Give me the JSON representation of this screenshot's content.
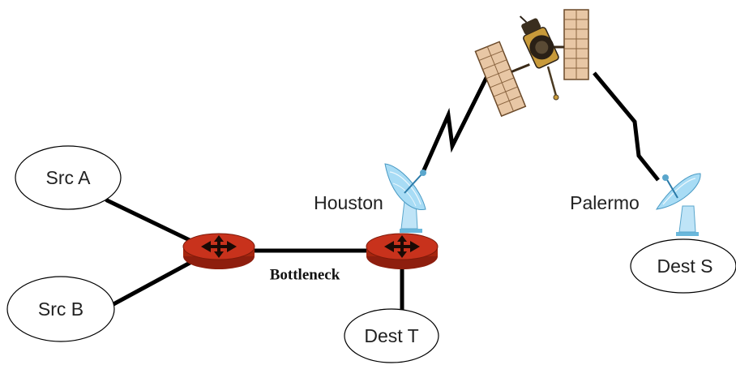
{
  "nodes": {
    "src_a": "Src A",
    "src_b": "Src B",
    "dest_t": "Dest T",
    "dest_s": "Dest S"
  },
  "ground_stations": {
    "houston": "Houston",
    "palermo": "Palermo"
  },
  "links": {
    "bottleneck": "Bottleneck"
  },
  "icons": {
    "router": "router-icon",
    "dish": "satellite-dish-icon",
    "satellite": "satellite-icon"
  },
  "colors": {
    "router": "#c8321c",
    "router_dark": "#8e1e0e",
    "dish": "#9fd8f4",
    "satellite_panel": "#e8c7a5",
    "satellite_body": "#2a2016",
    "link": "#000000"
  }
}
